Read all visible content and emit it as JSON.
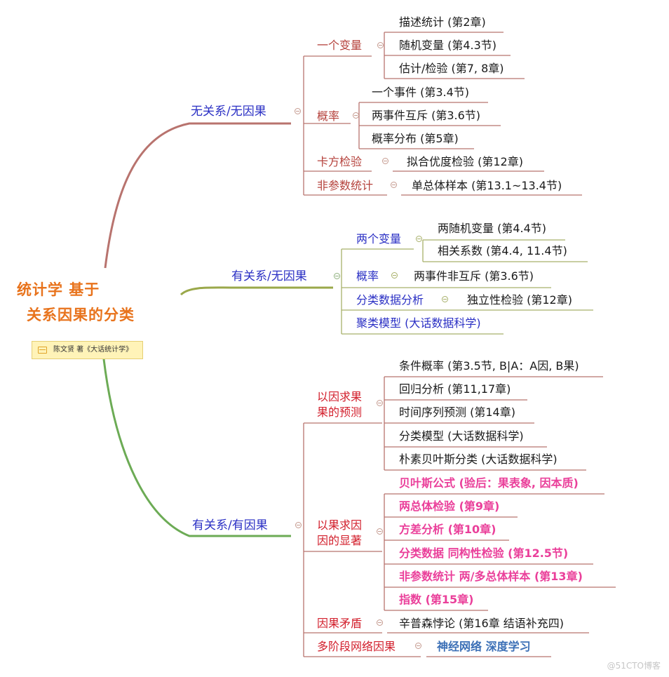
{
  "root": {
    "line1": "统计学  基于",
    "line2": "关系因果的分类"
  },
  "note": {
    "text": "陈文贤 著《大话统计学》"
  },
  "branches": {
    "a": {
      "label": "无关系/无因果",
      "sub": [
        {
          "label": "一个变量",
          "leaves": [
            "描述统计 (第2章)",
            "随机变量 (第4.3节)",
            "估计/检验 (第7, 8章)"
          ]
        },
        {
          "label": "概率",
          "leaves": [
            "一个事件 (第3.4节)",
            "两事件互斥 (第3.6节)",
            "概率分布 (第5章)"
          ]
        },
        {
          "label": "卡方检验",
          "leaves": [
            "拟合优度检验 (第12章)"
          ]
        },
        {
          "label": "非参数统计",
          "leaves": [
            "单总体样本 (第13.1~13.4节)"
          ]
        }
      ]
    },
    "b": {
      "label": "有关系/无因果",
      "sub": [
        {
          "label": "两个变量",
          "leaves": [
            "两随机变量 (第4.4节)",
            "相关系数 (第4.4, 11.4节)"
          ]
        },
        {
          "label": "概率",
          "leaves": [
            "两事件非互斥 (第3.6节)"
          ]
        },
        {
          "label": "分类数据分析",
          "leaves": [
            "独立性检验 (第12章)"
          ]
        },
        {
          "label": "聚类模型 (大话数据科学)",
          "leaves": []
        }
      ]
    },
    "c": {
      "label": "有关系/有因果",
      "sub": [
        {
          "label_line1": "以因求果",
          "label_line2": "果的预测",
          "leaves": [
            "条件概率 (第3.5节, B|A：A因, B果)",
            "回归分析 (第11,17章)",
            "时间序列预测 (第14章)",
            "分类模型 (大话数据科学)",
            "朴素贝叶斯分类 (大话数据科学)"
          ]
        },
        {
          "label_line1": "以果求因",
          "label_line2": "因的显著",
          "leaves": [
            "贝叶斯公式 (验后：果表象, 因本质)",
            "两总体检验 (第9章)",
            "方差分析 (第10章)",
            "分类数据 同构性检验 (第12.5节)",
            "非参数统计  两/多总体样本 (第13章)",
            "指数 (第15章)"
          ]
        },
        {
          "label": "因果矛盾",
          "leaves": [
            "辛普森悖论 (第16章 结语补充四)"
          ]
        },
        {
          "label": "多阶段网络因果",
          "leaves": [
            "神经网络 深度学习"
          ]
        }
      ]
    }
  },
  "watermark": "@51CTO博客",
  "colors": {
    "root": "#e8731c",
    "branch_a": "#b5423c",
    "branch_b": "#2a2fc4",
    "branch_c_label": "#2a2fc4",
    "line_a": "#b8736e",
    "line_b": "#9aa84a",
    "line_c": "#6cab55",
    "cause_effect": "#d21e2b",
    "effect_cause": "#ea3f9a",
    "network": "#3b6fb6"
  }
}
